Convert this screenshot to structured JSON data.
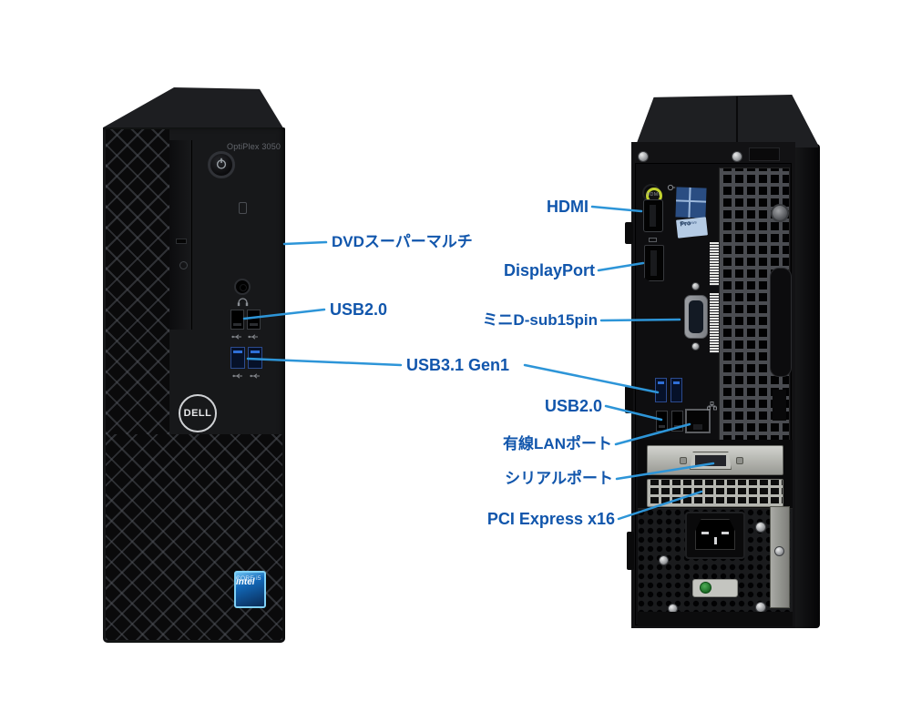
{
  "page": {
    "background": "#ffffff",
    "description_language": "ja"
  },
  "annotation_style": {
    "text_color": "#1156ac",
    "line_color": "#2d95d8"
  },
  "colors": {
    "usb3_blue": "#2f6fd6",
    "audio_lime": "#c2d22f",
    "windows_blue": "#2a4d82",
    "case_black": "#17181a"
  },
  "front_tower": {
    "model_text": "OptiPlex 3050",
    "brand_logo": "DELL",
    "cpu_badge_brand": "intel",
    "cpu_badge_model": "CORE i5"
  },
  "rear_tower": {
    "hdmi_port_label": "HDMI",
    "windows_sticker_line1": "Pro",
    "windows_sticker_line2": "Windows"
  },
  "annotations": {
    "dvd": "DVDスーパーマルチ",
    "usb20_front": "USB2.0",
    "usb31_gen1": "USB3.1 Gen1",
    "hdmi": "HDMI",
    "displayport": "DisplayPort",
    "mini_dsub": "ミニD-sub15pin",
    "usb20_rear": "USB2.0",
    "lan": "有線LANポート",
    "serial": "シリアルポート",
    "pcie": "PCI Express x16"
  }
}
